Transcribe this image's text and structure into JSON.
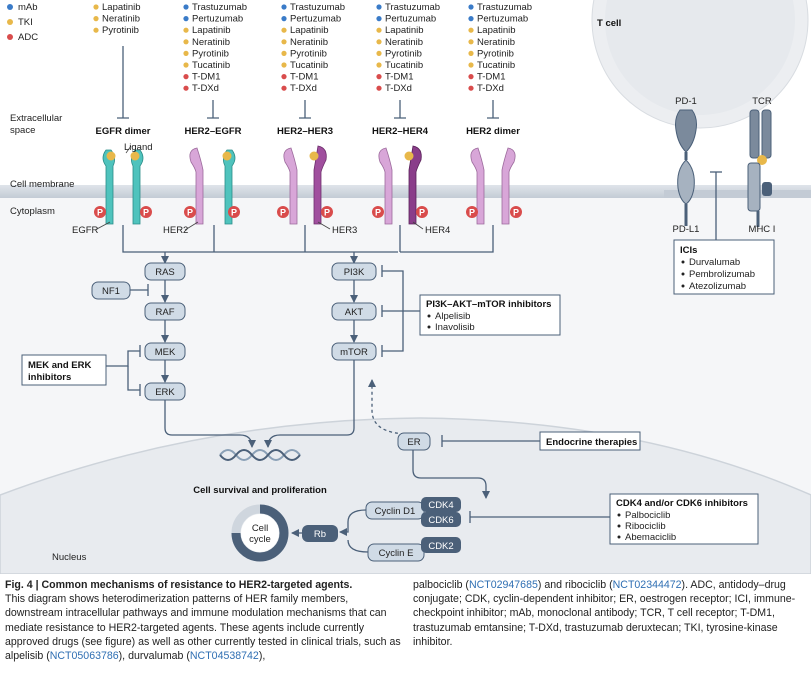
{
  "legend": [
    {
      "label": "mAb",
      "color": "#3a7bc8"
    },
    {
      "label": "TKI",
      "color": "#e8b84a"
    },
    {
      "label": "ADC",
      "color": "#d94c4c"
    }
  ],
  "drug_lists": [
    {
      "id": "egfr",
      "drugs": [
        {
          "name": "Lapatinib",
          "type": "TKI"
        },
        {
          "name": "Neratinib",
          "type": "TKI"
        },
        {
          "name": "Pyrotinib",
          "type": "TKI"
        }
      ]
    },
    {
      "id": "her2-egfr",
      "drugs": [
        {
          "name": "Trastuzumab",
          "type": "mAb"
        },
        {
          "name": "Pertuzumab",
          "type": "mAb"
        },
        {
          "name": "Lapatinib",
          "type": "TKI"
        },
        {
          "name": "Neratinib",
          "type": "TKI"
        },
        {
          "name": "Pyrotinib",
          "type": "TKI"
        },
        {
          "name": "Tucatinib",
          "type": "TKI"
        },
        {
          "name": "T-DM1",
          "type": "ADC"
        },
        {
          "name": "T-DXd",
          "type": "ADC"
        }
      ]
    },
    {
      "id": "her2-her3",
      "drugs": [
        {
          "name": "Trastuzumab",
          "type": "mAb"
        },
        {
          "name": "Pertuzumab",
          "type": "mAb"
        },
        {
          "name": "Lapatinib",
          "type": "TKI"
        },
        {
          "name": "Neratinib",
          "type": "TKI"
        },
        {
          "name": "Pyrotinib",
          "type": "TKI"
        },
        {
          "name": "Tucatinib",
          "type": "TKI"
        },
        {
          "name": "T-DM1",
          "type": "ADC"
        },
        {
          "name": "T-DXd",
          "type": "ADC"
        }
      ]
    },
    {
      "id": "her2-her4",
      "drugs": [
        {
          "name": "Trastuzumab",
          "type": "mAb"
        },
        {
          "name": "Pertuzumab",
          "type": "mAb"
        },
        {
          "name": "Lapatinib",
          "type": "TKI"
        },
        {
          "name": "Neratinib",
          "type": "TKI"
        },
        {
          "name": "Pyrotinib",
          "type": "TKI"
        },
        {
          "name": "Tucatinib",
          "type": "TKI"
        },
        {
          "name": "T-DM1",
          "type": "ADC"
        },
        {
          "name": "T-DXd",
          "type": "ADC"
        }
      ]
    },
    {
      "id": "her2-dimer",
      "drugs": [
        {
          "name": "Trastuzumab",
          "type": "mAb"
        },
        {
          "name": "Pertuzumab",
          "type": "mAb"
        },
        {
          "name": "Lapatinib",
          "type": "TKI"
        },
        {
          "name": "Neratinib",
          "type": "TKI"
        },
        {
          "name": "Pyrotinib",
          "type": "TKI"
        },
        {
          "name": "Tucatinib",
          "type": "TKI"
        },
        {
          "name": "T-DM1",
          "type": "ADC"
        },
        {
          "name": "T-DXd",
          "type": "ADC"
        }
      ]
    }
  ],
  "dimers": [
    "EGFR dimer",
    "HER2–EGFR",
    "HER2–HER3",
    "HER2–HER4",
    "HER2 dimer"
  ],
  "labels": {
    "extracellular": "Extracellular",
    "space": "space",
    "cell_membrane": "Cell membrane",
    "cytoplasm": "Cytoplasm",
    "nucleus": "Nucleus",
    "ligand": "Ligand",
    "egfr": "EGFR",
    "her2": "HER2",
    "her3": "HER3",
    "her4": "HER4",
    "p": "P",
    "t_cell": "T cell",
    "pd1": "PD-1",
    "tcr": "TCR",
    "pdl1": "PD-L1",
    "mhc": "MHC I"
  },
  "nodes": {
    "ras": "RAS",
    "nf1": "NF1",
    "raf": "RAF",
    "mek": "MEK",
    "erk": "ERK",
    "pi3k": "PI3K",
    "akt": "AKT",
    "mtor": "mTOR",
    "er": "ER",
    "cdk4": "CDK4",
    "cdk6": "CDK6",
    "cdk2": "CDK2",
    "cyclin_d1": "Cyclin D1",
    "cyclin_e": "Cyclin E",
    "rb": "Rb",
    "cell_cycle_1": "Cell",
    "cell_cycle_2": "cycle",
    "survival": "Cell survival and proliferation"
  },
  "boxes": {
    "icis": {
      "title": "ICIs",
      "items": [
        "Durvalumab",
        "Pembrolizumab",
        "Atezolizumab"
      ]
    },
    "pi3k_inhib": {
      "title": "PI3K–AKT–mTOR inhibitors",
      "items": [
        "Alpelisib",
        "Inavolisib"
      ]
    },
    "mek_erk": {
      "title_1": "MEK and ERK",
      "title_2": "inhibitors"
    },
    "endocrine": {
      "title": "Endocrine therapies"
    },
    "cdk_inhib": {
      "title": "CDK4 and/or CDK6 inhibitors",
      "items": [
        "Palbociclib",
        "Ribociclib",
        "Abemaciclib"
      ]
    }
  },
  "caption": {
    "title": "Fig. 4 | Common mechanisms of resistance to HER2-targeted agents.",
    "left_1": "This diagram shows heterodimerization patterns of HER family members, downstream intracellular pathways and immune modulation mechanisms that can mediate resistance to HER2-targeted agents. These agents include currently approved drugs (see figure) as well as other currently tested in clinical trials, such as alpelisib (",
    "nct1": "NCT05063786",
    "left_2": "), durvalumab (",
    "nct2": "NCT04538742",
    "left_3": "),",
    "right_1": "palbociclib (",
    "nct3": "NCT02947685",
    "right_2": ") and ribociclib (",
    "nct4": "NCT02344472",
    "right_3": "). ADC, antidody–drug conjugate; CDK, cyclin-dependent inhibitor; ER, oestrogen receptor; ICI, immune-checkpoint inhibitor; mAb, monoclonal antibody; TCR, T cell receptor; T-DM1, trastuzumab emtansine; T-DXd, trastuzumab deruxtecan; TKI, tyrosine-kinase inhibitor."
  },
  "colors": {
    "egfr": "#4fc3bd",
    "her2": "#d8a6d8",
    "her3": "#a04f9e",
    "her4": "#8a3d8a",
    "node": "#d0dbe6",
    "node_dark": "#4b6079",
    "line": "#4b6079",
    "membrane": "#c8d0da",
    "phospho": "#d94c4c",
    "ligand": "#e8b84a",
    "tcell": "#ebedf0"
  }
}
